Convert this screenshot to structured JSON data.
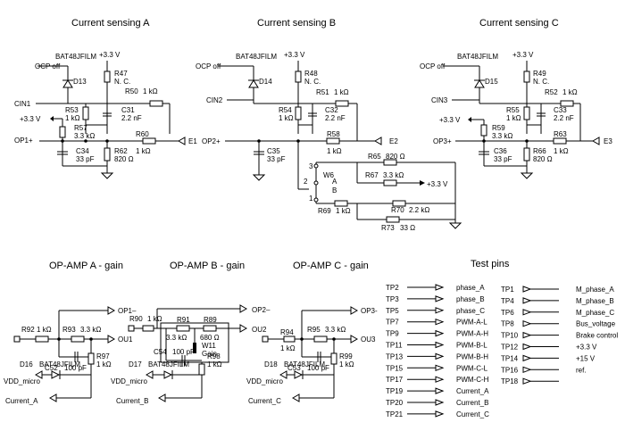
{
  "titles": {
    "cs_a": "Current sensing A",
    "cs_b": "Current sensing B",
    "cs_c": "Current sensing C",
    "op_a": "OP-AMP A - gain",
    "op_b": "OP-AMP B - gain",
    "op_c": "OP-AMP C - gain",
    "test": "Test pins"
  },
  "cs_a": {
    "ocp": "OCP off",
    "diode_part": "BAT48JFILM",
    "diode": "D13",
    "supply": "+3.3 V",
    "r_nc": "R47",
    "nc": "N. C.",
    "r_in": "R50",
    "r_in_val": "1 kΩ",
    "cin": "CIN1",
    "r_div": "R53",
    "r_div_val": "1 kΩ",
    "c_f": "C31",
    "c_f_val": "2.2 nF",
    "r_pu": "R57",
    "r_pu_val": "3.3 kΩ",
    "supply2": "+3.3 V",
    "r_out": "R60",
    "r_out_val": "1 kΩ",
    "op": "OP1+",
    "c_op": "C34",
    "c_op_val": "33 pF",
    "r_gnd": "R62",
    "r_gnd_val": "820 Ω",
    "e": "E1"
  },
  "cs_b": {
    "ocp": "OCP off",
    "diode_part": "BAT48JFILM",
    "diode": "D14",
    "supply": "+3.3 V",
    "r_nc": "R48",
    "nc": "N. C.",
    "r_in": "R51",
    "r_in_val": "1 kΩ",
    "cin": "CIN2",
    "r_div": "R54",
    "r_div_val": "1 kΩ",
    "c_f": "C32",
    "c_f_val": "2.2 nF",
    "op": "OP2+",
    "r_out": "R58",
    "r_out_val": "1 kΩ",
    "e": "E2",
    "c_op": "C35",
    "c_op_val": "33 pF",
    "r65": "R65",
    "r65_val": "820 Ω",
    "r67": "R67",
    "r67_val": "3.3 kΩ",
    "supply3": "+3.3 V",
    "jumper": "W6",
    "ja": "A",
    "jb": "B",
    "p1": "1",
    "p2": "2",
    "p3": "3",
    "r69": "R69",
    "r69_val": "1 kΩ",
    "r70": "R70",
    "r70_val": "2.2 kΩ",
    "r73": "R73",
    "r73_val": "33 Ω"
  },
  "cs_c": {
    "ocp": "OCP off",
    "diode_part": "BAT48JFILM",
    "diode": "D15",
    "supply": "+3.3 V",
    "r_nc": "R49",
    "nc": "N. C.",
    "r_in": "R52",
    "r_in_val": "1 kΩ",
    "cin": "CIN3",
    "r_div": "R55",
    "r_div_val": "1 kΩ",
    "c_f": "C33",
    "c_f_val": "2.2 nF",
    "r_pu": "R59",
    "r_pu_val": "3.3 kΩ",
    "supply2": "+3.3 V",
    "r_out": "R63",
    "r_out_val": "1 kΩ",
    "op": "OP3+",
    "c_op": "C36",
    "c_op_val": "33 pF",
    "r_gnd": "R66",
    "r_gnd_val": "820 Ω",
    "e": "E3"
  },
  "op_a": {
    "opm": "OP1–",
    "r_in": "R92",
    "r_in_val": "1 kΩ",
    "r_fb": "R93",
    "r_fb_val": "3.3 kΩ",
    "out": "OU1",
    "cap": "C52",
    "cap_val": "100 pF",
    "diode": "D16",
    "diode_part": "BAT48JFILM",
    "r_out": "R97",
    "r_out_val": "1 kΩ",
    "vdd": "VDD_micro",
    "cur": "Current_A"
  },
  "op_b": {
    "opm": "OP2–",
    "r_in": "R90",
    "r_in_val": "1 kΩ",
    "r_fb": "R91",
    "r_fb_val": "3.3 kΩ",
    "r89": "R89",
    "r89_val": "680 Ω",
    "jumper": "W11",
    "gain": "Gain",
    "out": "OU2",
    "cap": "C54",
    "cap_val": "100 pF",
    "diode": "D17",
    "diode_part": "BAT48JFILM",
    "r_out": "R98",
    "r_out_val": "1 kΩ",
    "vdd": "VDD_micro",
    "cur": "Current_B"
  },
  "op_c": {
    "opm": "OP3-",
    "r_in": "R94",
    "r_in_val": "1 kΩ",
    "r_fb": "R95",
    "r_fb_val": "3.3 kΩ",
    "out": "OU3",
    "cap": "C53",
    "cap_val": "100 pF",
    "diode": "D18",
    "diode_part": "BAT48JFILM",
    "r_out": "R99",
    "r_out_val": "1 kΩ",
    "vdd": "VDD_micro",
    "cur": "Current_C"
  },
  "test_left": [
    {
      "tp": "TP2",
      "sig": "phase_A"
    },
    {
      "tp": "TP3",
      "sig": "phase_B"
    },
    {
      "tp": "TP5",
      "sig": "phase_C"
    },
    {
      "tp": "TP7",
      "sig": "PWM-A-L"
    },
    {
      "tp": "TP9",
      "sig": "PWM-A-H"
    },
    {
      "tp": "TP11",
      "sig": "PWM-B-L"
    },
    {
      "tp": "TP13",
      "sig": "PWM-B-H"
    },
    {
      "tp": "TP15",
      "sig": "PWM-C-L"
    },
    {
      "tp": "TP17",
      "sig": "PWM-C-H"
    },
    {
      "tp": "TP19",
      "sig": "Current_A"
    },
    {
      "tp": "TP20",
      "sig": "Current_B"
    },
    {
      "tp": "TP21",
      "sig": "Current_C"
    }
  ],
  "test_right": [
    {
      "tp": "TP1",
      "sig": "M_phase_A"
    },
    {
      "tp": "TP4",
      "sig": "M_phase_B"
    },
    {
      "tp": "TP6",
      "sig": "M_phase_C"
    },
    {
      "tp": "TP8",
      "sig": "Bus_voltage"
    },
    {
      "tp": "TP10",
      "sig": "Brake control"
    },
    {
      "tp": "TP12",
      "sig": "+3.3 V"
    },
    {
      "tp": "TP14",
      "sig": "+15 V"
    },
    {
      "tp": "TP16",
      "sig": "ref."
    },
    {
      "tp": "TP18",
      "sig": ""
    }
  ]
}
